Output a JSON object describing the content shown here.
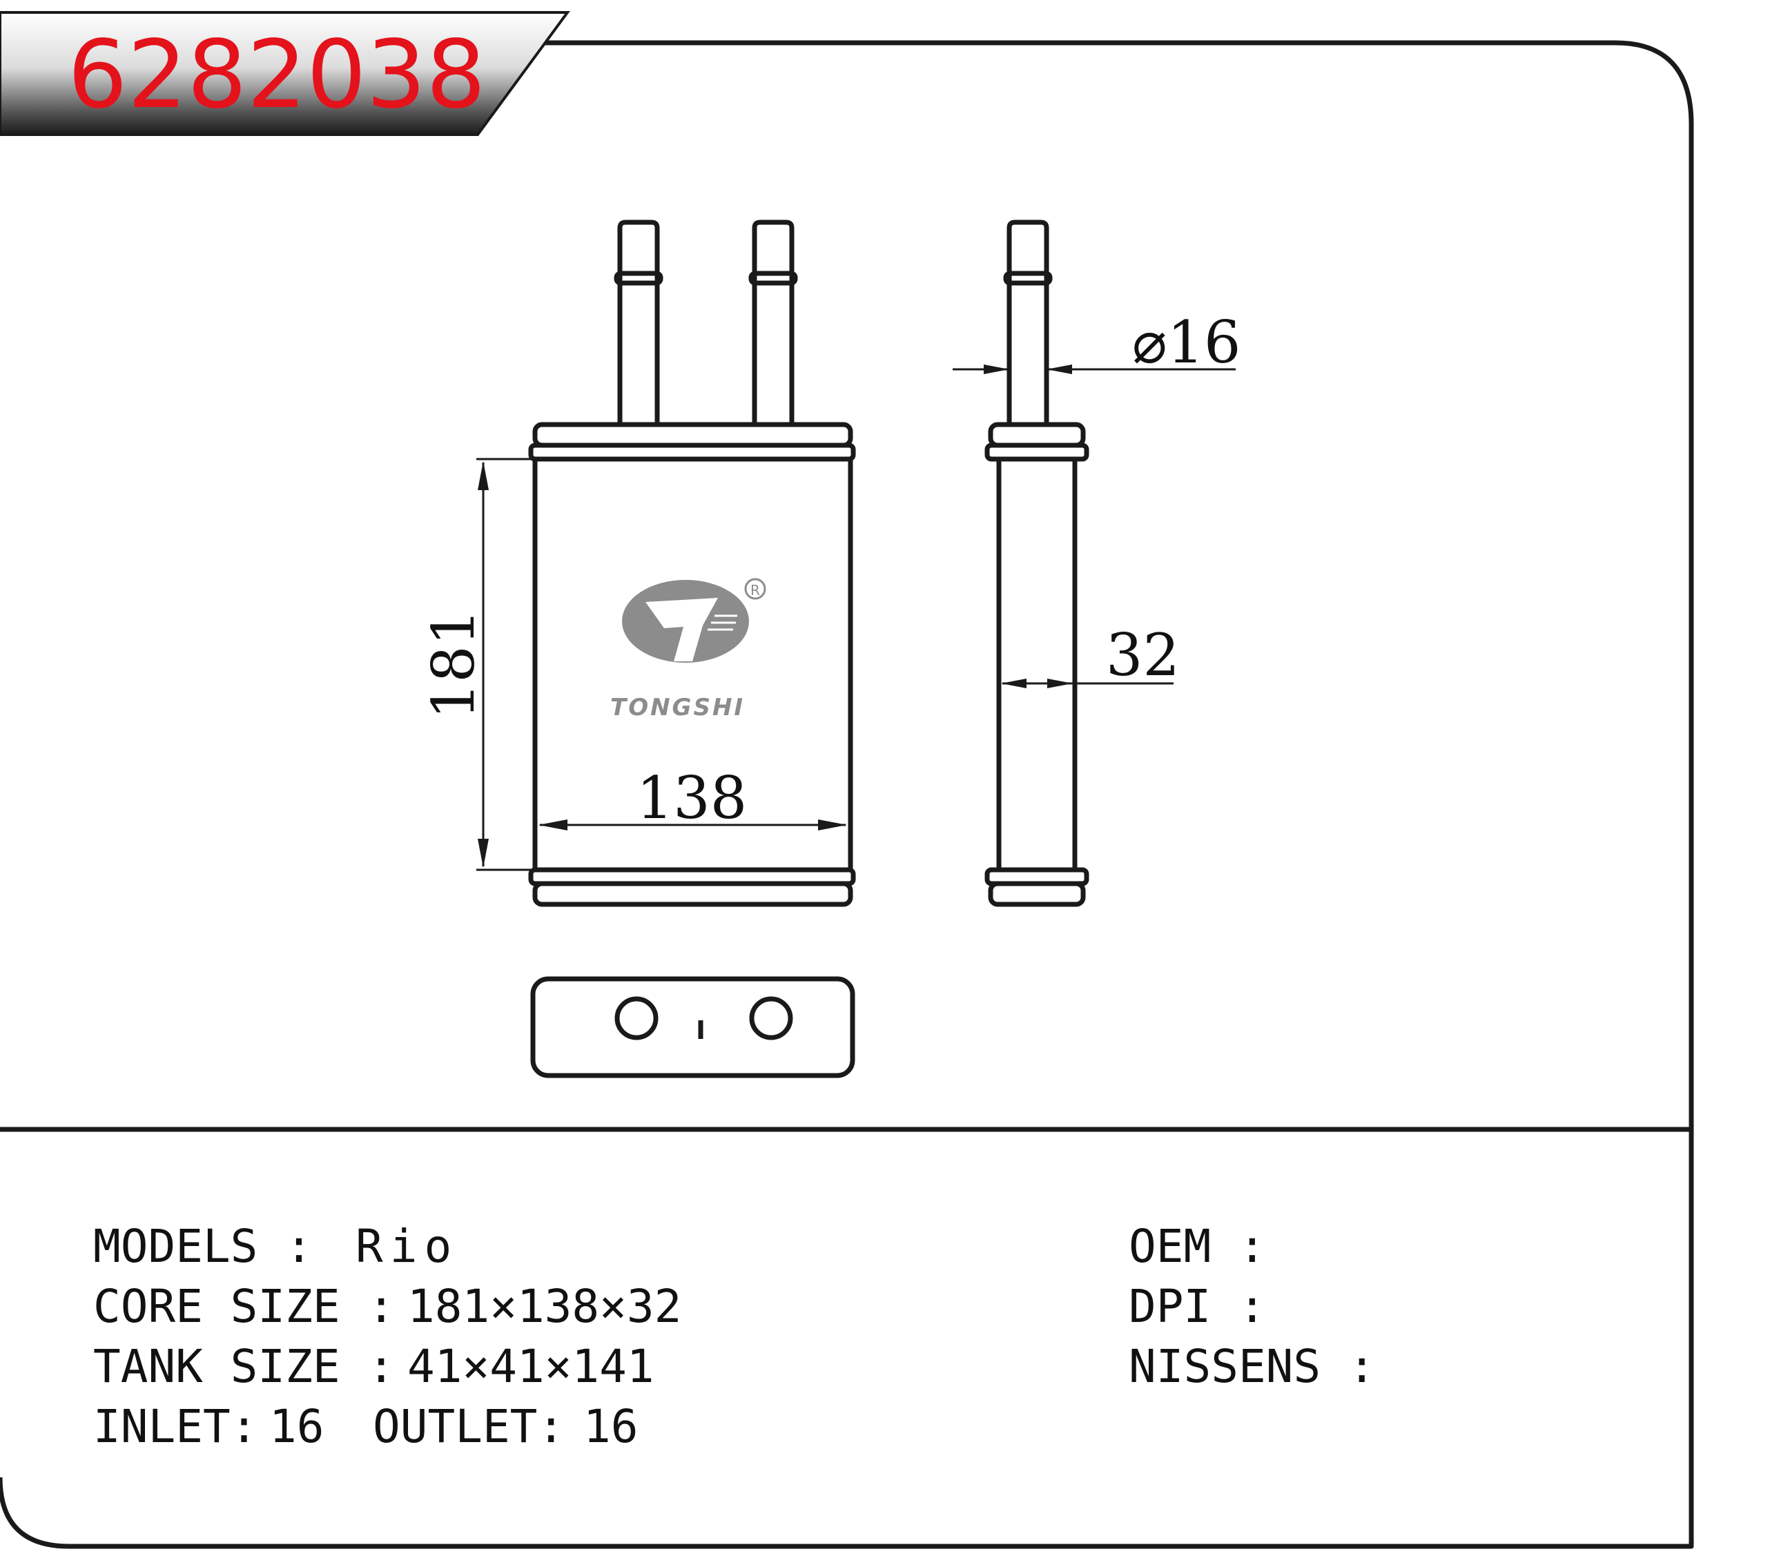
{
  "part_number": "6282038",
  "brand": {
    "name": "TONGSHI",
    "registered_mark": "R"
  },
  "dimensions": {
    "core_height": "181",
    "core_width": "138",
    "core_depth": "32",
    "pipe_diameter": "⌀16"
  },
  "specs": {
    "models": {
      "label": "MODELS :",
      "value": "Rio"
    },
    "core_size": {
      "label": "CORE SIZE :",
      "value": "181×138×32"
    },
    "tank_size": {
      "label": "TANK SIZE :",
      "value": "41×41×141"
    },
    "inlet": {
      "label": "INLET:",
      "value": "16"
    },
    "outlet": {
      "label": "OUTLET:",
      "value": "16"
    },
    "oem": {
      "label": "OEM :",
      "value": ""
    },
    "dpi": {
      "label": "DPI :",
      "value": ""
    },
    "nissens": {
      "label": "NISSENS :",
      "value": ""
    }
  },
  "colors": {
    "title_red": "#e4121b",
    "line": "#1a1a1a",
    "logo_gray": "#8c8c8c"
  }
}
